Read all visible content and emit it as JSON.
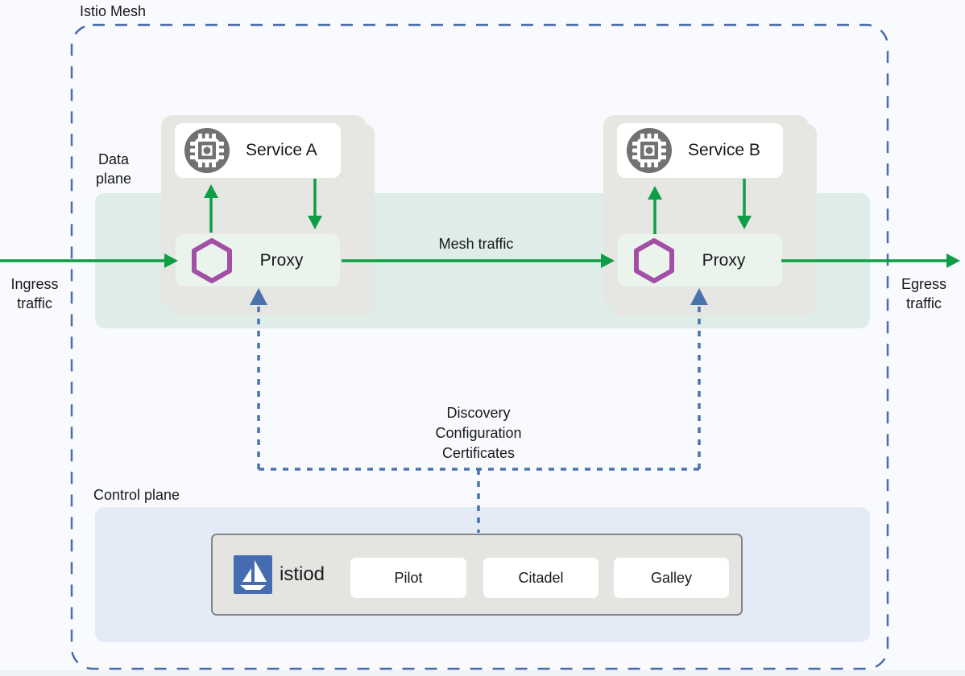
{
  "mesh": {
    "title": "Istio Mesh"
  },
  "data_plane": {
    "label": [
      "Data",
      "plane"
    ]
  },
  "control_plane": {
    "label": "Control plane",
    "istiod_label": "istiod",
    "components": [
      "Pilot",
      "Citadel",
      "Galley"
    ]
  },
  "traffic": {
    "ingress": [
      "Ingress",
      "traffic"
    ],
    "egress": [
      "Egress",
      "traffic"
    ],
    "mesh_label": "Mesh traffic"
  },
  "connector": {
    "lines": [
      "Discovery",
      "Configuration",
      "Certificates"
    ]
  },
  "services": [
    {
      "name": "Service A",
      "proxy_label": "Proxy"
    },
    {
      "name": "Service B",
      "proxy_label": "Proxy"
    }
  ],
  "icons": {
    "service": "microchip-icon",
    "proxy": "envoy-hexagon-icon",
    "istiod": "istio-sailboat-icon"
  },
  "colors": {
    "mesh_border_blue": "#4a6da7",
    "connector_blue": "#4a72ad",
    "traffic_green": "#0f9d45",
    "envoy_purple": "#a24fa5",
    "istio_blue": "#466bb0",
    "mesh_band_green": "#dfede8",
    "proxy_box_green": "#ebf3ed",
    "service_group_gray": "#e6e7e3",
    "control_plane_lavender": "#e4eaf6",
    "istiod_box_gray": "#e4e5e1",
    "service_icon_gray": "#707173"
  }
}
